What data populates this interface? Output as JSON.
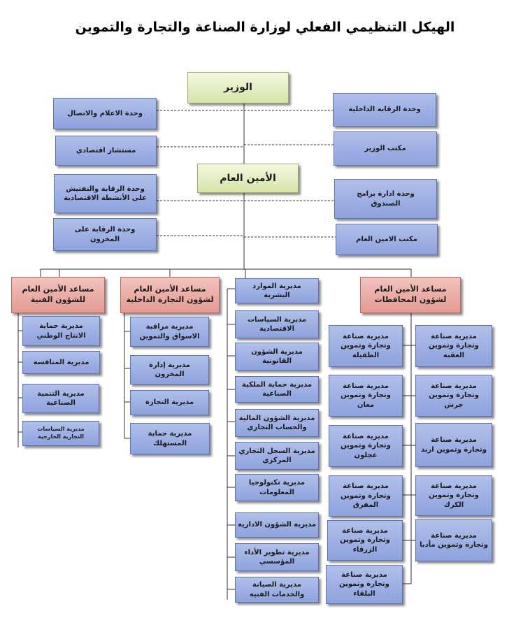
{
  "title": "الهيكل التنظيمي  الفعلي لوزارة الصناعة والتجارة والتموين",
  "top": {
    "minister": "الوزير",
    "secretary_general": "الأمين العام"
  },
  "left_units": [
    "وحدة الاعلام والاتصال",
    "مستشار اقتصادي",
    "وحدة الرقابة والتفتيش\nعلى الأنشطة الاقتصادية",
    "وحدة الرقابة على\nالمخزون"
  ],
  "right_units": [
    "وحدة الرقابة الداخلية",
    "مكتب الوزير",
    "وحدة ادارة برامج\nالصندوق",
    "مكتب الامين العام"
  ],
  "assistants": {
    "technical": "مساعد الأمين العام\nللشؤون الفنية",
    "internal_trade": "مساعد الأمين العام\nلشؤون التجارة الداخلية",
    "governorates": "مساعد الأمين العام\nلشؤون المحافظات"
  },
  "technical_dirs": [
    "مديرية حماية\nالانتاج الوطني",
    "مديرية المنافسة",
    "مديرية التنمية\nالصناعية",
    "مديرية السياسات\nالتجارية الخارجية"
  ],
  "trade_dirs": [
    "مديرية مراقبة\nالاسواق والتموين",
    "مديرية إدارة\nالمخزون",
    "مديرية التجارة",
    "مديرية حماية\nالمستهلك"
  ],
  "central_dirs": [
    "مديرية الموارد\nالبشرية",
    "مديرية السياسات\nالاقتصادية",
    "مديرية الشؤون\nالقانونية",
    "مديرية حماية الملكية\nالصناعية",
    "مديرية الشؤون المالية\nوالحساب التجاري",
    "مديرية السجل التجاري\nالمركزي",
    "مديرية تكنولوجيا\nالمعلومات",
    "مديرية الشؤون الادارية",
    "مديرية تطوير الأداء\nالمؤسسي",
    "مديرية الصيانة\nوالخدمات الفنية"
  ],
  "gov_inner_dirs": [
    "مديرية صناعة\nوتجارة وتموين\nالطفيلة",
    "مديرية صناعة\nوتجارة وتموين\nمعان",
    "مديرية صناعة\nوتجارة وتموين\nعجلون",
    "مديرية صناعة\nوتجارة وتموين\nالمفرق",
    "مديرية صناعة\nوتجارة وتموين\nالزرقاء",
    "مديرية صناعة\nوتجارة وتموين\nالبلقاء"
  ],
  "gov_outer_dirs": [
    "مديرية صناعة\nوتجارة وتموين\nالعقبة",
    "مديرية صناعة\nوتجارة وتموين\nجرش",
    "مديرية صناعة\nوتجارة وتموين اربد",
    "مديرية صناعة\nوتجارة وتموين\nالكرك",
    "مديرية صناعة\nوتجارة وتموين مأدبا"
  ],
  "colors": {
    "blue_box": "#9fb1e4",
    "green_box": "#e4edc4",
    "red_box": "#eaaea7",
    "line": "#333333"
  }
}
